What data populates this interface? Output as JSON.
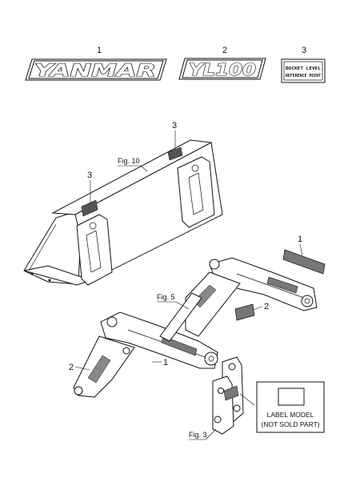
{
  "callouts": {
    "top_1": "1",
    "top_2": "2",
    "top_3": "3",
    "bucket_3a": "3",
    "bucket_3b": "3",
    "arm_1a": "1",
    "arm_2a": "2",
    "arm_1b": "1",
    "arm_2b": "2"
  },
  "decals": {
    "yanmar": "YANMAR",
    "yl100": "YL100",
    "bucket_level_line1": "BUCKET LEVEL",
    "bucket_level_line2": "REFERENCE POINT"
  },
  "figure_refs": {
    "fig10": "Fig. 10",
    "fig5": "Fig. 5",
    "fig3": "Fig. 3"
  },
  "label_box": {
    "line1": "LABEL MODEL",
    "line2": "(NOT SOLD PART)"
  }
}
